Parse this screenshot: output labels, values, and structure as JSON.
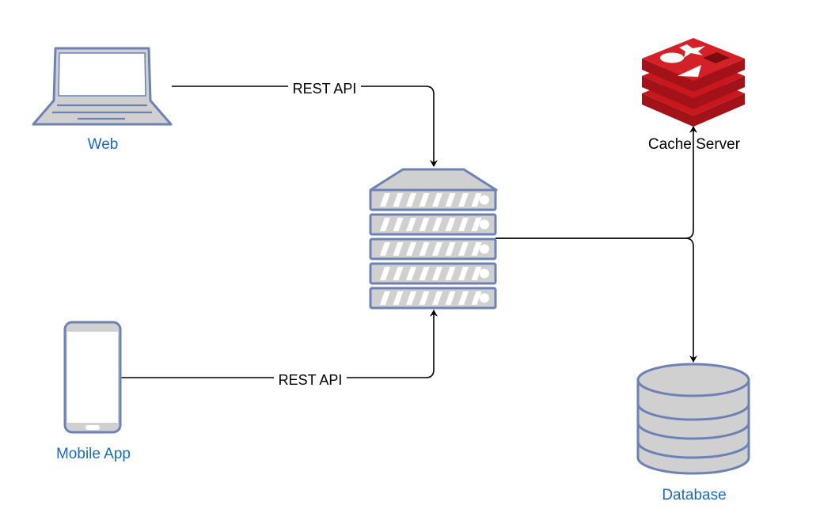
{
  "nodes": {
    "web": {
      "label": "Web",
      "icon": "laptop-icon"
    },
    "mobile": {
      "label": "Mobile App",
      "icon": "smartphone-icon"
    },
    "server": {
      "label": "",
      "icon": "server-rack-icon"
    },
    "cache": {
      "label": "Cache Server",
      "icon": "redis-logo-icon"
    },
    "database": {
      "label": "Database",
      "icon": "database-cylinder-icon"
    }
  },
  "edges": {
    "web_to_server": {
      "label": "REST API"
    },
    "mobile_to_server": {
      "label": "REST API"
    },
    "server_to_cache": {
      "label": ""
    },
    "server_to_database": {
      "label": ""
    }
  },
  "colors": {
    "stroke": "#6c82b5",
    "fill": "#d0d0d0",
    "label_blue": "#1a6bc0",
    "redis_red": "#c8181e",
    "edge": "#000000"
  }
}
